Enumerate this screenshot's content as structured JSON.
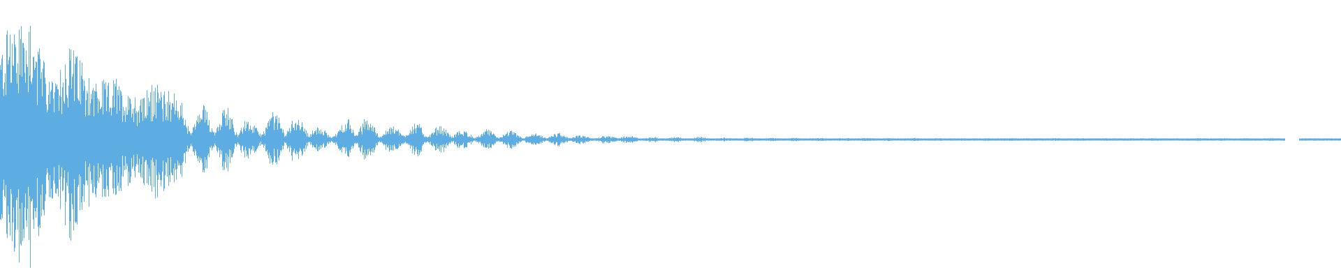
{
  "chart_data": {
    "type": "area",
    "title": "",
    "xlabel": "",
    "ylabel": "",
    "ylim": [
      -1,
      1
    ],
    "grid": false,
    "color": "#5DADE2",
    "background": "#ffffff",
    "series": [
      {
        "peak_envelope": [
          0.67,
          0.8,
          0.89,
          0.55,
          0.37,
          0.71,
          0.49,
          0.37,
          0.43,
          0.34,
          0.28,
          0.4,
          0.34,
          0.31,
          0.21,
          0.28,
          0.25,
          0.21,
          0.12,
          0.18,
          0.21,
          0.18,
          0.17,
          0.07,
          0.09,
          0.17,
          0.17,
          0.12,
          0.09,
          0.13,
          0.12,
          0.09,
          0.11,
          0.07,
          0.06,
          0.07,
          0.07,
          0.06,
          0.04,
          0.045,
          0.05,
          0.04,
          0.025,
          0.03,
          0.04,
          0.03,
          0.02,
          0.02,
          0.02,
          0.02,
          0.02,
          0.016,
          0.014,
          0.014,
          0.014,
          0.013,
          0.013,
          0.013,
          0.012,
          0.012,
          0.012,
          0.012,
          0.012,
          0.011,
          0.011,
          0.011,
          0.011,
          0.011,
          0.01,
          0.01,
          0.01,
          0.01,
          0.01,
          0.01,
          0.01,
          0.01,
          0.01,
          0.01,
          0.01,
          0.01,
          0.01,
          0.01,
          0.01,
          0.01,
          0.01,
          0.01,
          0.01,
          0.01,
          0.01,
          0.01,
          0.01,
          0.01,
          0,
          0.008,
          0.008,
          0.008
        ]
      }
    ]
  }
}
